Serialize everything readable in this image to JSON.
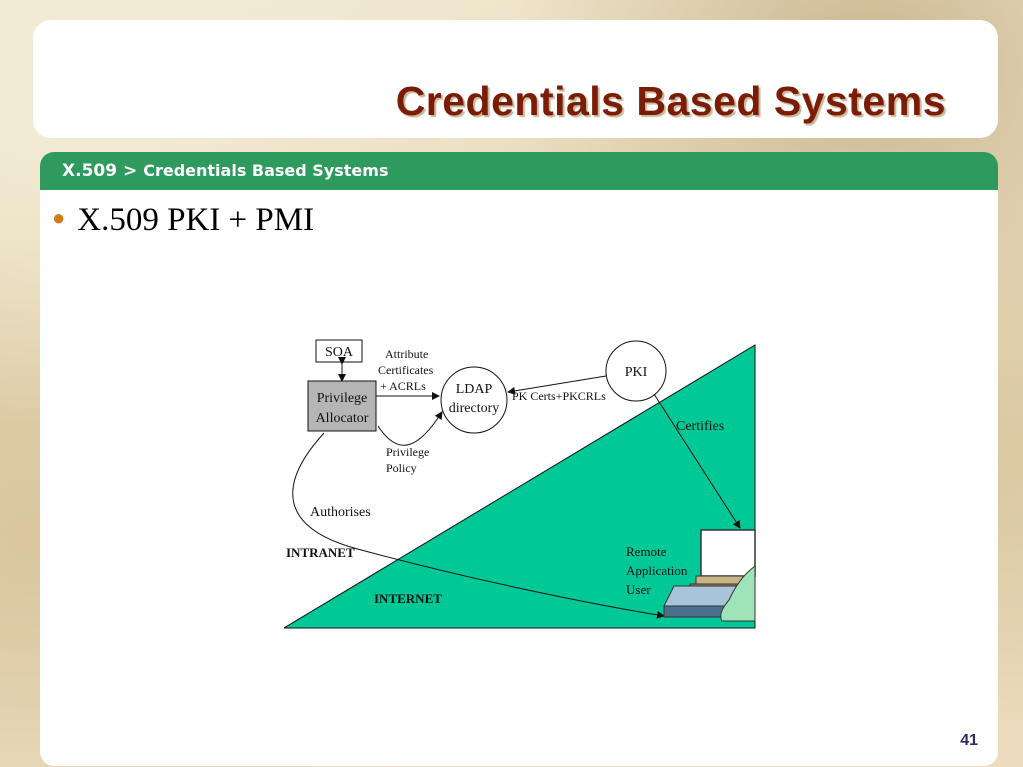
{
  "slide": {
    "title": "Credentials Based Systems",
    "breadcrumb": {
      "parent": "X.509 >",
      "current": "Credentials Based Systems"
    },
    "bullet": "X.509 PKI + PMI",
    "page_number": "41"
  },
  "diagram": {
    "soa": "SOA",
    "privilege_allocator": [
      "Privilege",
      "Allocator"
    ],
    "attribute_certificates": [
      "Attribute",
      "Certificates",
      "+ ACRLs"
    ],
    "ldap": [
      "LDAP",
      "directory"
    ],
    "pki": "PKI",
    "pk_certs": "PK Certs+PKCRLs",
    "privilege_policy": [
      "Privilege",
      "Policy"
    ],
    "certifies": "Certifies",
    "authorises": "Authorises",
    "intranet": "INTRANET",
    "internet": "INTERNET",
    "remote_user": [
      "Remote",
      "Application",
      "User"
    ]
  },
  "colors": {
    "title": "#7a1c06",
    "bar": "#2f9a5e",
    "internet_zone": "#00c896",
    "bullet": "#d57a18",
    "allocator_box": "#b5b5b5"
  }
}
